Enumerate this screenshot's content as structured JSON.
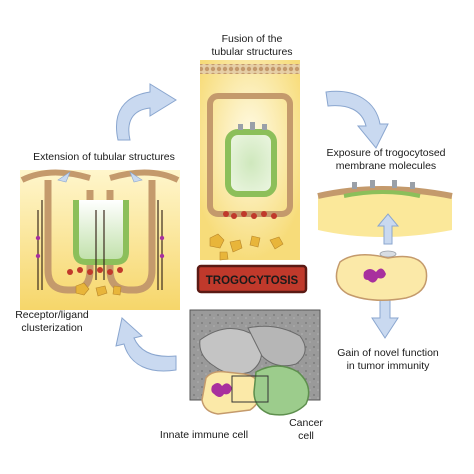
{
  "labels": {
    "top_line1": "Fusion of the",
    "top_line2": "tubular structures",
    "extension": "Extension of tubular structures",
    "exposure_line1": "Exposure of trogocytosed",
    "exposure_line2": "membrane molecules",
    "receptor_line1": "Receptor/ligand",
    "receptor_line2": "clusterization",
    "gain_line1": "Gain of novel function",
    "gain_line2": "in tumor immunity",
    "center_box": "TROGOCYTOSIS",
    "innate": "Innate immune cell",
    "cancer_line1": "Cancer",
    "cancer_line2": "cell"
  },
  "colors": {
    "arrow_blue": "#c9d9f0",
    "arrow_stroke": "#8aa6cf",
    "membrane_brown": "#c49a6c",
    "membrane_green": "#8cbf5a",
    "cytoplasm_yellow": "#fbe89a",
    "center_box_fill": "#c0392b",
    "center_box_border": "#5a1a14",
    "purple": "#a8309e",
    "cancer_green": "#9ccc8c",
    "em_gray": "#8a8a8a"
  }
}
